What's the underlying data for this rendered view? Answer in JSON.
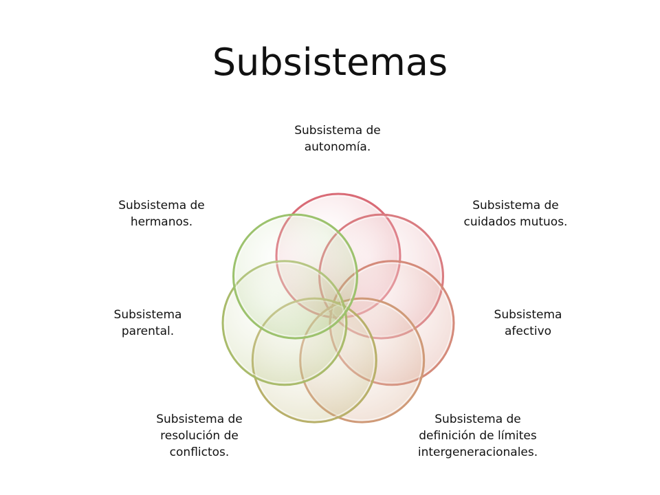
{
  "title": "Subsistemas",
  "diagram": {
    "type": "venn-cycle",
    "items": [
      {
        "label": "Subsistema de\nautonomía.",
        "color": "#d96b76"
      },
      {
        "label": "Subsistema de\ncuidados mutuos.",
        "color": "#d97b80"
      },
      {
        "label": "Subsistema\nafectivo",
        "color": "#d48a7a"
      },
      {
        "label": "Subsistema de\ndefinición de límites\nintergeneracionales.",
        "color": "#cf9a78"
      },
      {
        "label": "Subsistema de\nresolución de\nconflictos.",
        "color": "#b8b06a"
      },
      {
        "label": "Subsistema\nparental.",
        "color": "#a9bb6b"
      },
      {
        "label": "Subsistema de\nhermanos.",
        "color": "#9cc26d"
      }
    ]
  }
}
